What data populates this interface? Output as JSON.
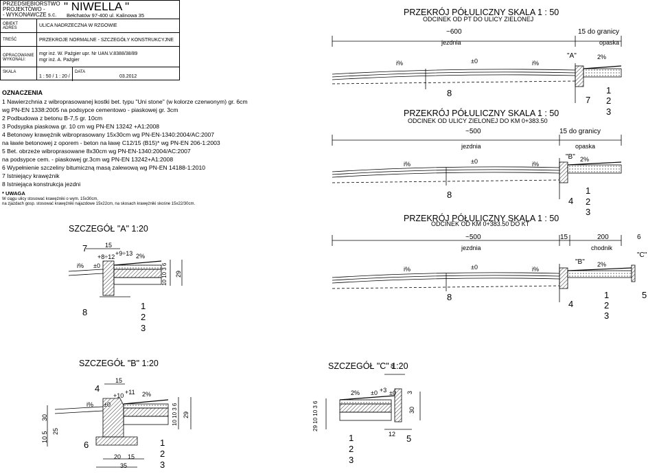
{
  "title_block": {
    "company_line1": "PRZEDSIĘBIORSTWO",
    "company_line2": "PROJEKTOWO -",
    "company_line3": "- WYKONAWCZE s.c.",
    "company_name": "\" NIWELLA \"",
    "company_address": "Bełchatów 97-400 ul. Kalinowa 35",
    "obiekt_label": "OBIEKT",
    "adres_label": "ADRES",
    "obiekt_value": "ULICA NADRZECZNA W RZGOWIE",
    "tresc_label": "TREŚĆ",
    "tresc_value": "PRZEKROJE NORMALNE - SZCZEGÓŁY KONSTRUKCYJNE",
    "opracowanie_label": "OPRACOWANIE",
    "wykonali_label": "WYKONALI:",
    "author1": "mgr inż. W. Paźgier upr. Nr UAN.V.8388/38/89",
    "author2": "mgr inż. A. Paźgier",
    "skala_label": "SKALA",
    "skala_value": "1 : 50 / 1 : 20 /",
    "data_label": "DATA",
    "data_value": "03.2012"
  },
  "legend": {
    "heading": "OZNACZENIA",
    "items": [
      "1 Nawierzchnia z wibroprasowanej kostki bet. typu \"Uni stone\" (w kolorze czerwonym) gr. 6cm",
      "   wg PN-EN 1338:2005 na podsypce cementowo - piaskowej gr. 3cm",
      "2 Podbudowa z betonu B-7,5 gr. 10cm",
      "3 Podsypka piaskowa gr. 10 cm wg PN-EN 13242 +A1:2008",
      "4 Betonowy krawężnik wibroprasowany 15x30cm wg PN-EN-1340:2004/AC:2007",
      "   na ławie betonowej z oporem -  beton na ławę C12/15 (B15)* wg PN-EN 206-1:2003",
      "5 Bet. obrzeże wibroprasowane 8x30cm wg PN-EN-1340:2004/AC:2007",
      "   na podsypce cem. - piaskowej gr.3cm wg PN-EN 13242+A1:2008",
      "6 Wypełnienie szczeliny bitumiczną masą zalewową wg PN-EN 14188-1:2010",
      "7 Istniejący krawężnik",
      "8 Istniejąca konstrukcja jezdni"
    ],
    "note_heading": "* UWAGA",
    "note_line1": "W ciągu ulicy stosować krawężniki o wym. 15x30cm,",
    "note_line2": "na zjazdach gosp. stosować krawężniki najazdowe 15x22cm, na skosach krawężniki skośne 15x22/30cm."
  },
  "section1": {
    "title": "PRZEKRÓJ PÓŁULICZNY     SKALA 1 : 50",
    "subtitle": "ODCINEK OD PT DO ULICY ZIELONEJ",
    "dim_road": "~600",
    "dim_side": "15  do granicy",
    "lab_road": "jezdnia",
    "lab_side": "opaska",
    "slope_left": "i%",
    "slope_mid": "±0",
    "slope_right": "i%",
    "detail_ref": "\"A\"",
    "slope_side": "2%",
    "n8": "8",
    "n7": "7",
    "n1": "1",
    "n2": "2",
    "n3": "3"
  },
  "section2": {
    "title": "PRZEKRÓJ PÓŁULICZNY     SKALA 1 : 50",
    "subtitle": "ODCINEK OD ULICY ZIELONEJ DO KM 0+383.50",
    "dim_road": "~500",
    "dim_side": "15  do granicy",
    "lab_road": "jezdnia",
    "lab_side": "opaska",
    "slope_left": "i%",
    "slope_mid": "±0",
    "slope_right": "i%",
    "detail_ref": "\"B\"",
    "slope_side": "2%",
    "n8": "8",
    "n4": "4",
    "n1": "1",
    "n2": "2",
    "n3": "3"
  },
  "section3": {
    "title": "PRZEKRÓJ PÓŁULICZNY     SKALA 1 : 50",
    "subtitle": "ODCINEK OD KM 0+383.50 DO KT",
    "dim_road": "~500",
    "dim_15": "15",
    "dim_200": "200",
    "dim_6": "6",
    "lab_road": "jezdnia",
    "lab_side": "chodnik",
    "slope_left": "i%",
    "slope_mid": "±0",
    "slope_right": "i%",
    "detail_b": "\"B\"",
    "detail_c": "\"C\"",
    "slope_side": "2%",
    "n8": "8",
    "n4": "4",
    "n1": "1",
    "n2": "2",
    "n3": "3",
    "n5": "5"
  },
  "detail_a": {
    "title": "SZCZEGÓŁ \"A\"  1:20",
    "n7": "7",
    "d15": "15",
    "h8_12": "+8÷12",
    "h9_13": "+9÷13",
    "p2": "2%",
    "i": "i%",
    "pm0": "±0",
    "dims": "10 10 3 6",
    "d29": "29",
    "n8": "8",
    "n1": "1",
    "n2": "2",
    "n3": "3"
  },
  "detail_b": {
    "title": "SZCZEGÓŁ \"B\"  1:20",
    "n4": "4",
    "d15": "15",
    "h10": "+10",
    "h11": "+11",
    "p2": "2%",
    "i": "i%",
    "pm0": "±0",
    "d30": "30",
    "d25": "25",
    "d10_5": "10 5",
    "dims": "10 10 3 6",
    "d29": "29",
    "n6": "6",
    "d20": "20",
    "d15b": "15",
    "d35": "35",
    "n1": "1",
    "n2": "2",
    "n3": "3"
  },
  "detail_c": {
    "title": "SZCZEGÓŁ \"C\"  1:20",
    "d8": "8",
    "p2": "2%",
    "pm0a": "±0",
    "h3": "+3",
    "pm0b": "±0",
    "dims": "29 10 10 3 6",
    "d3": "3",
    "d30": "30",
    "d12": "12",
    "n1": "1",
    "n2": "2",
    "n3": "3",
    "n5": "5"
  }
}
